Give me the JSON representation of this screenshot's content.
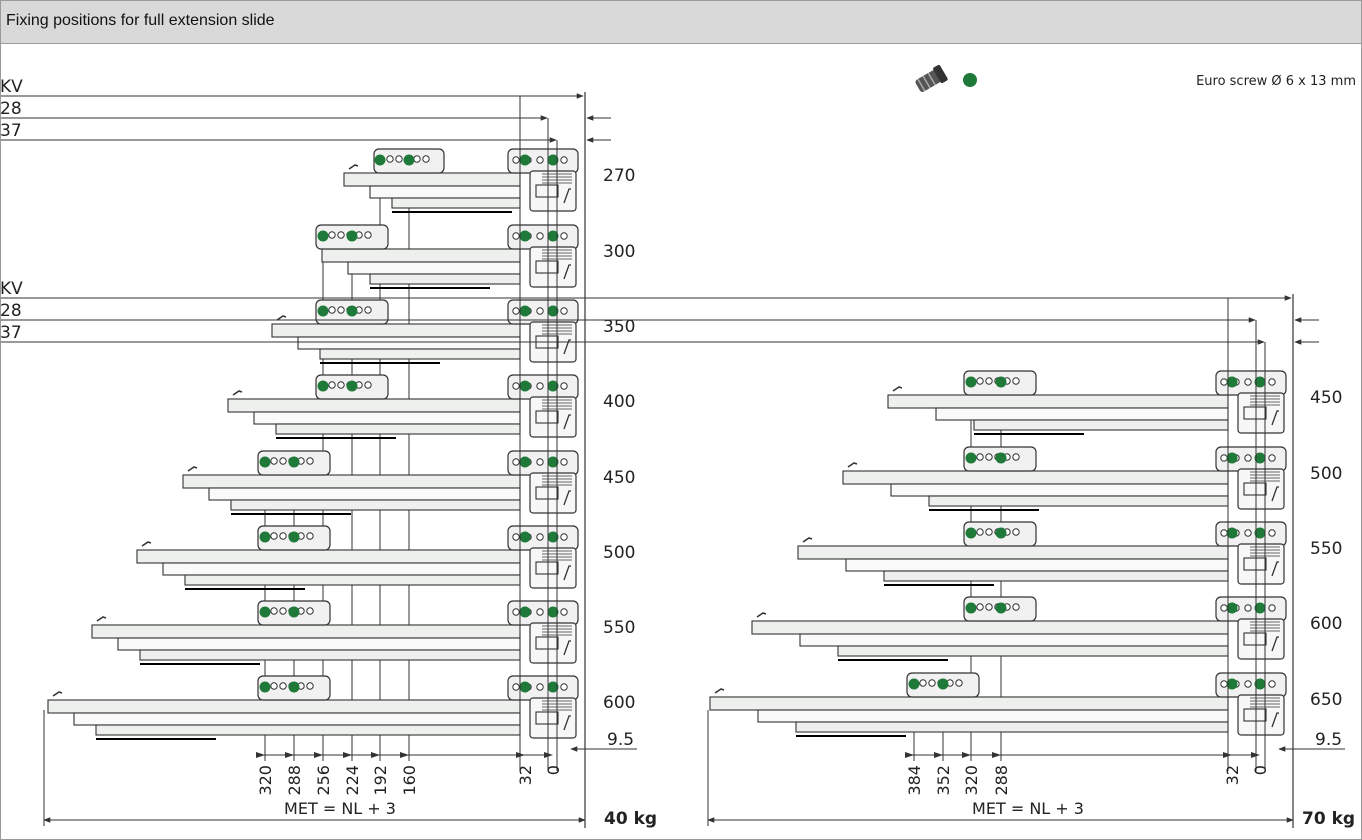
{
  "header": {
    "title": "Fixing positions for full extension slide"
  },
  "legend": {
    "text": "Euro screw Ø 6 x 13 mm",
    "dot_color": "#1f7a3a"
  },
  "colors": {
    "line": "#333333",
    "rail_fill": "#eef0ee",
    "bracket_fill": "#f1f1f1",
    "screw": "#1f7a3a"
  },
  "left_panel": {
    "load": "40 kg",
    "met_label": "MET = NL + 3",
    "kv_label": "KV",
    "dim_28": "28",
    "dim_37": "37",
    "dim_95": "9.5",
    "lengths": [
      "270",
      "300",
      "350",
      "400",
      "450",
      "500",
      "550",
      "600"
    ],
    "bottom_dims": [
      "320",
      "288",
      "256",
      "224",
      "192",
      "160",
      "32",
      "0"
    ]
  },
  "right_panel": {
    "load": "70 kg",
    "met_label": "MET = NL + 3",
    "kv_label": "KV",
    "dim_28": "28",
    "dim_37": "37",
    "dim_95": "9.5",
    "lengths": [
      "450",
      "500",
      "550",
      "600",
      "650"
    ],
    "bottom_dims": [
      "384",
      "352",
      "320",
      "288",
      "32",
      "0"
    ]
  }
}
